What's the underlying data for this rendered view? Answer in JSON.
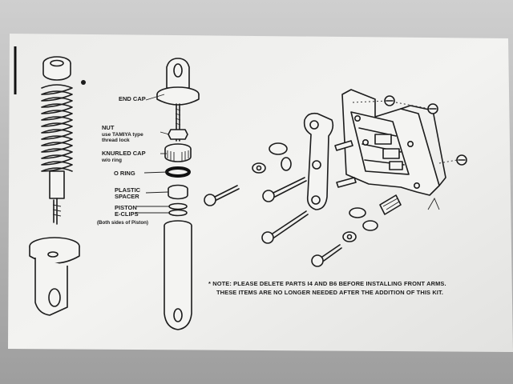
{
  "callouts": {
    "end_cap": "END CAP",
    "nut": "NUT",
    "nut_note_1": "use TAMIYA type",
    "nut_note_2": "thread lock",
    "knurled_cap": "KNURLED CAP",
    "knurled_cap_note": "w/o ring",
    "o_ring": "O RING",
    "plastic": "PLASTIC",
    "spacer": "SPACER",
    "piston": "PISTON",
    "e_clips": "E-CLIPS",
    "e_clips_note": "(Both sides of Piston)"
  },
  "note": {
    "line1": "* NOTE: PLEASE DELETE PARTS I4 AND B6 BEFORE INSTALLING FRONT ARMS.",
    "line2": "THESE ITEMS ARE NO LONGER NEEDED AFTER THE ADDITION OF THIS KIT."
  }
}
